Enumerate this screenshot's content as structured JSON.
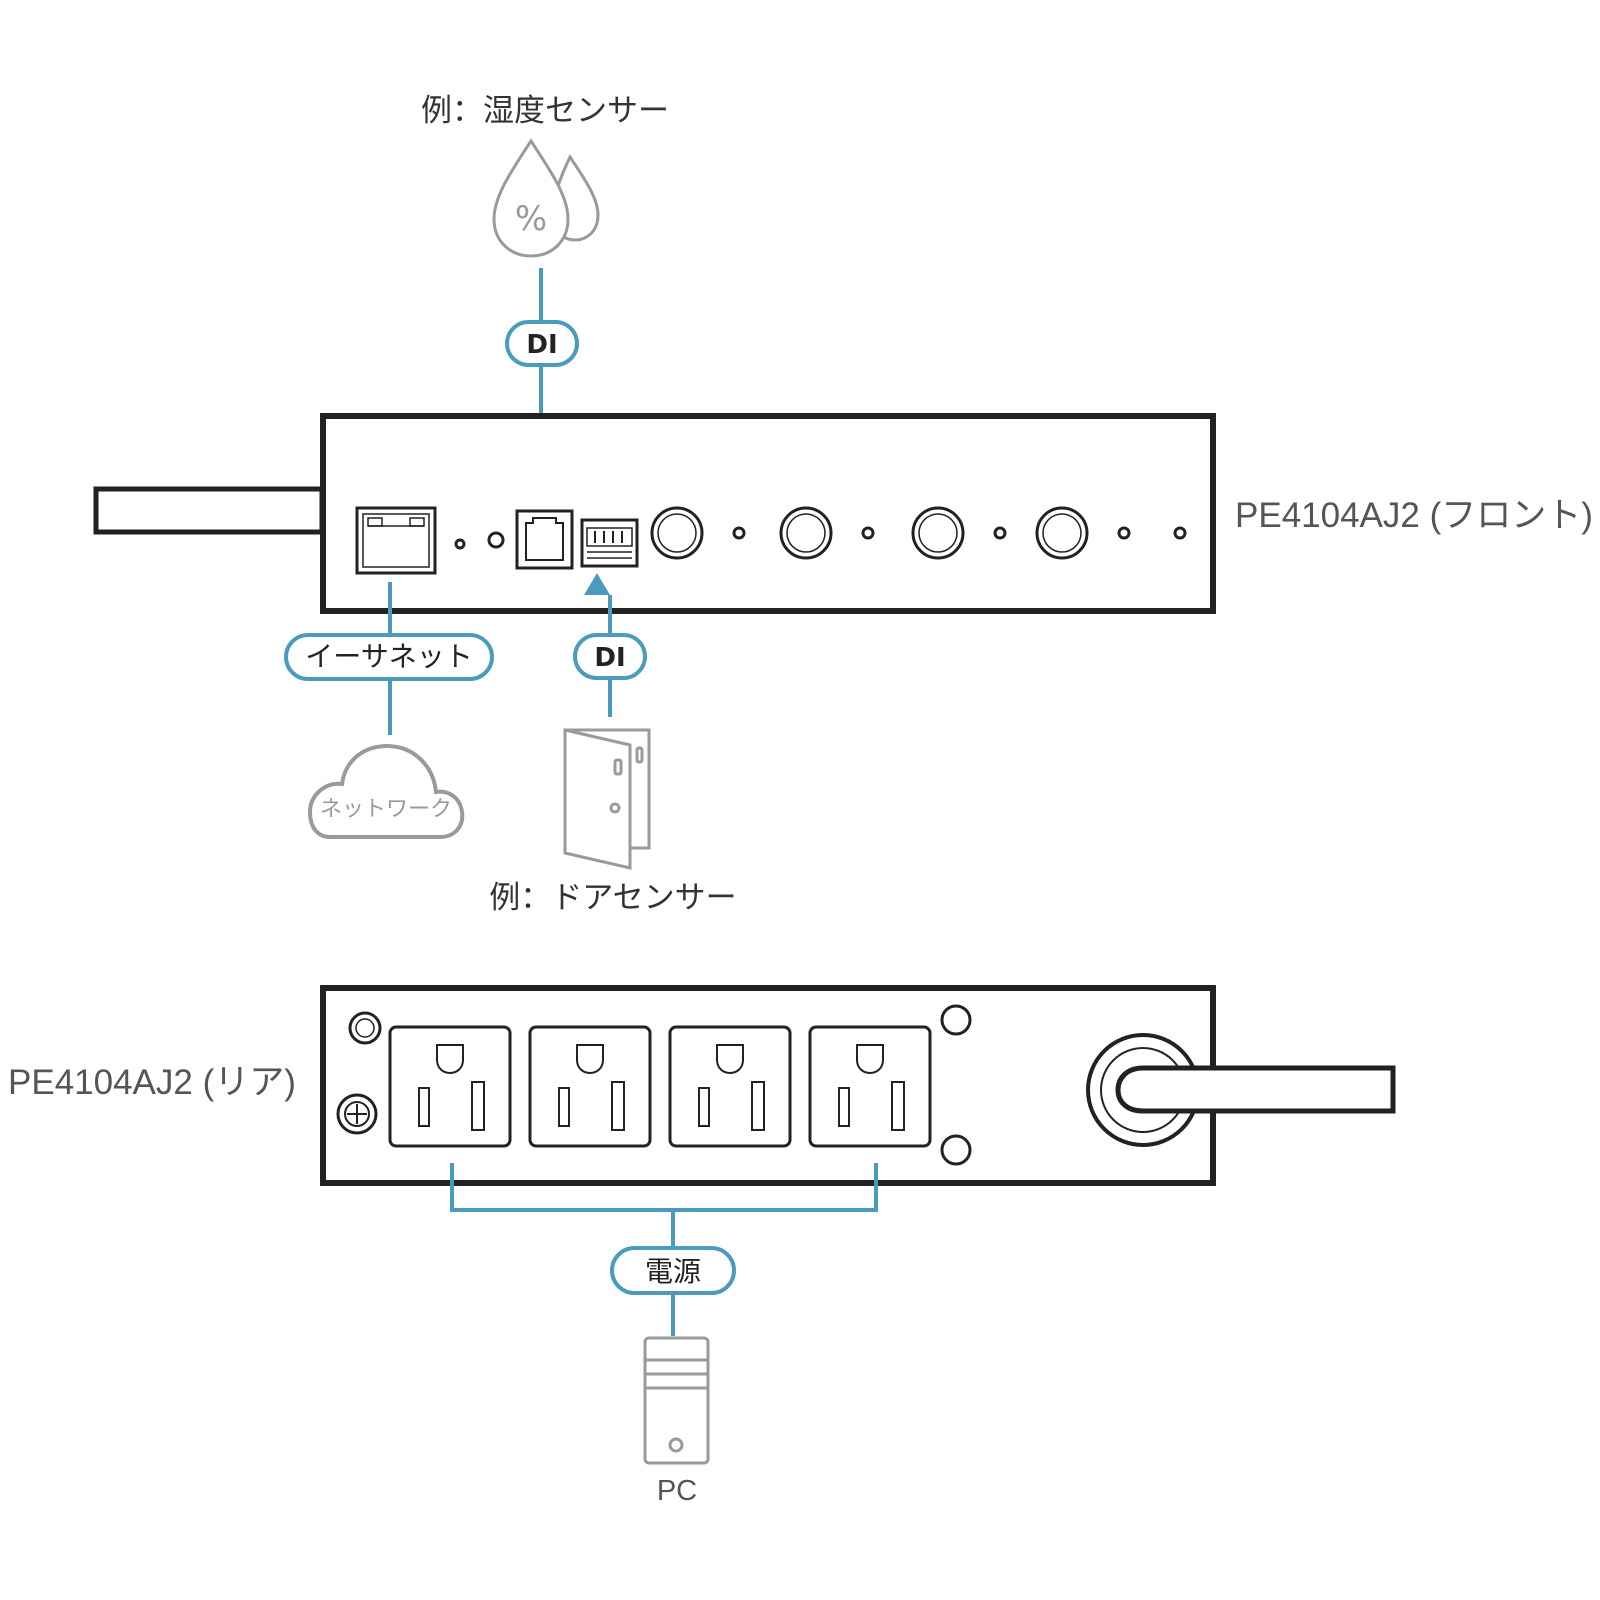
{
  "colors": {
    "connector": "#4a9bbd",
    "device_outline": "#222222",
    "icon_gray": "#9a9a9a"
  },
  "sensors": {
    "humidity_label": "例：湿度センサー",
    "door_label": "例：ドアセンサー",
    "humidity_icon_symbol": "%"
  },
  "badges": {
    "di_top": "DI",
    "di_bottom": "DI",
    "ethernet": "イーサネット",
    "power": "電源"
  },
  "network": {
    "cloud_label": "ネットワーク"
  },
  "devices": {
    "front_label": "PE4104AJ2 (フロント)",
    "rear_label": "PE4104AJ2 (リア)"
  },
  "pc": {
    "label": "PC"
  },
  "icons": {
    "humidity": "water-drops-icon",
    "cloud": "cloud-icon",
    "door": "door-icon",
    "pc": "pc-tower-icon",
    "outlet": "power-outlet-icon"
  }
}
